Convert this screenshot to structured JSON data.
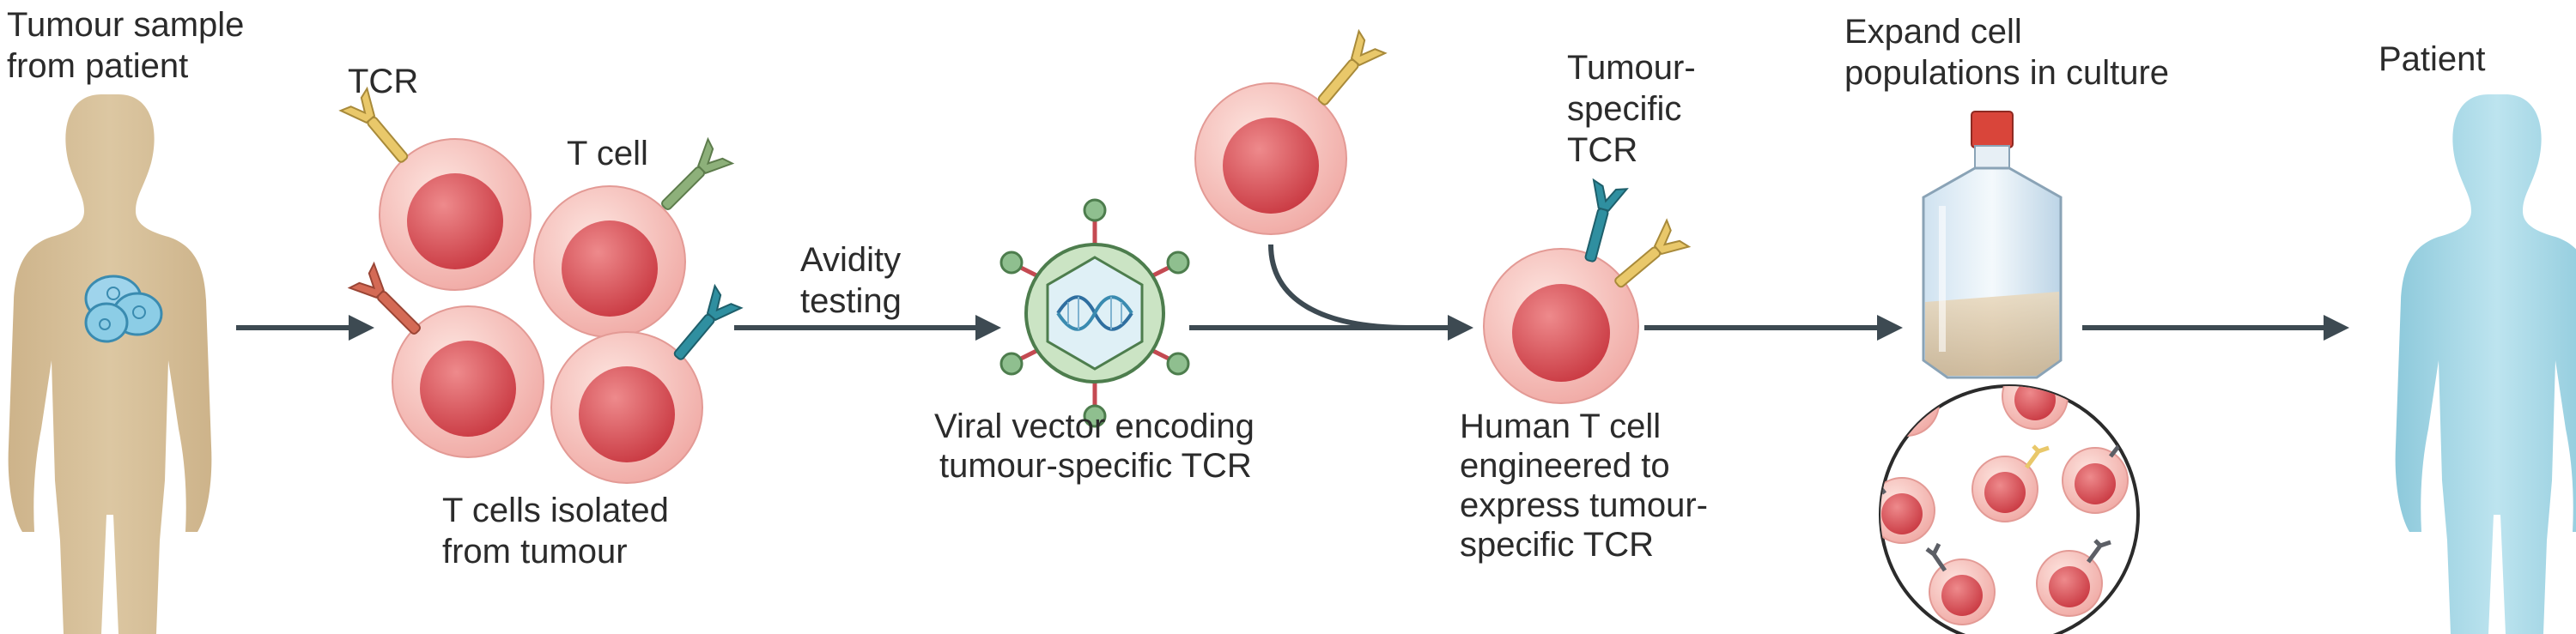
{
  "labels": {
    "tumour_sample_1": "Tumour sample",
    "tumour_sample_2": "from patient",
    "tcr": "TCR",
    "t_cell": "T cell",
    "t_cells_isolated_1": "T cells isolated",
    "t_cells_isolated_2": "from tumour",
    "avidity_1": "Avidity",
    "avidity_2": "testing",
    "viral_vector_1": "Viral vector encoding",
    "viral_vector_2": "tumour-specific TCR",
    "tumour_specific_tcr_1": "Tumour-",
    "tumour_specific_tcr_2": "specific",
    "tumour_specific_tcr_3": "TCR",
    "engineered_1": "Human T cell",
    "engineered_2": "engineered to",
    "engineered_3": "express tumour-",
    "engineered_4": "specific TCR",
    "expand_1": "Expand cell",
    "expand_2": "populations in culture",
    "patient": "Patient"
  },
  "colors": {
    "donor_body": "#d9c09a",
    "patient_body": "#a9d9e6",
    "cell_outer": "#f3b7b2",
    "cell_inner": "#d9525a",
    "arrow": "#3d4a52",
    "tcr_yellow": "#e9c86a",
    "tcr_green": "#8db07a",
    "tcr_red": "#d46a55",
    "tcr_teal": "#2f8fa0",
    "tcr_grey": "#5c5f66",
    "virus_green": "#8fbf8f",
    "flask_cap": "#d9453a",
    "tumour_blue": "#8ccde6"
  }
}
